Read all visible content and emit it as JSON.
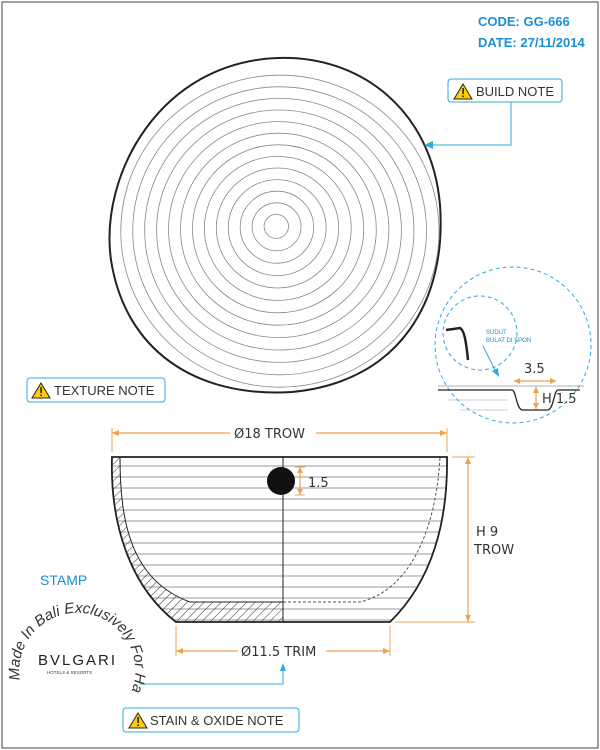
{
  "header": {
    "code": "CODE: GG-666",
    "date": "DATE: 27/11/2014"
  },
  "notes": {
    "build": "BUILD NOTE",
    "texture": "TEXTURE NOTE",
    "stain": "STAIN & OXIDE NOTE"
  },
  "detail": {
    "label_line1": "SUDUT",
    "label_line2": "BULAT DI SPON",
    "dim_width": "3.5",
    "dim_height": "H 1.5"
  },
  "dimensions": {
    "top_diameter": "Ø18 TROW",
    "bottom_diameter": "Ø11.5 TRIM",
    "height_line1": "H 9",
    "height_line2": "TROW",
    "hole_size": "1.5"
  },
  "stamp": {
    "title": "STAMP",
    "brand": "BVLGARI",
    "brand_sub": "HOTELS & RESORTS",
    "script": "Made In Bali Exclusively For Hand"
  },
  "colors": {
    "accent_blue": "#1a8fd6",
    "dimension_orange": "#f0a050",
    "line_dark": "#222222",
    "warning_yellow": "#ffcc00"
  }
}
